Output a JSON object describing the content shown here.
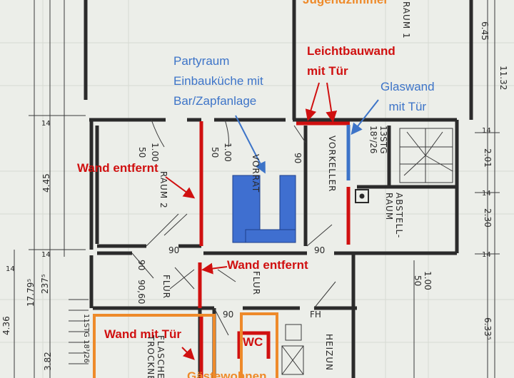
{
  "annotations": {
    "top_cut": "Jugendzimmer",
    "partyraum": [
      "Partyraum",
      "Einbauküche mit",
      "Bar/Zapfanlage"
    ],
    "leichtbauwand": [
      "Leichtbauwand",
      "mit Tür"
    ],
    "glaswand": [
      "Glaswand",
      "mit Tür"
    ],
    "wand_entfernt_left": "Wand entfernt",
    "wand_entfernt_mid": "Wand entfernt",
    "wand_mit_tuer": "Wand mit Tür",
    "wc": "WC",
    "bottom_cut": "Gästewohnen"
  },
  "rooms": {
    "raum2": "RAUM 2",
    "vorrat": "VORRAT",
    "vorkeller": "VORKELLER",
    "abstellraum": [
      "ABSTELL-",
      "RAUM"
    ],
    "flur1": "FLUR",
    "flur2": "FLUR",
    "heizung": "HEIZUN",
    "flaschen": [
      "FLASCHE",
      "TROCKNE"
    ],
    "raum1": "RAUM 1",
    "stairs": [
      "13STG",
      "18³/26"
    ],
    "stairs_lower": "11STG 18³/26"
  },
  "dimensions": {
    "d645": "6.45",
    "d1132": "11.32",
    "d201": "2.01",
    "d230": "2.30",
    "d633": "6.33⁵",
    "d445": "4.45",
    "d2375": "237⁵",
    "d1795": "17.79⁵",
    "d382": "3.82",
    "d436": "4.36",
    "d14a": "14",
    "d14b": "14",
    "d14c": "14",
    "d14d": "14",
    "d14e": "14",
    "d14f": "14",
    "r2_100": "1.00",
    "r2_50": "50",
    "v_100": "1.00",
    "v_50": "50",
    "a_100": "1.00",
    "a_50": "50",
    "d90a": "90",
    "d90b": "90",
    "d90c": "90",
    "d90d": "90",
    "d90e": "90",
    "d90f": "90,60",
    "fh": "FH"
  },
  "colors": {
    "red": "#d01010",
    "blue": "#3d74c8",
    "orange": "#ee8a2a",
    "ink": "#2a2a2a"
  }
}
